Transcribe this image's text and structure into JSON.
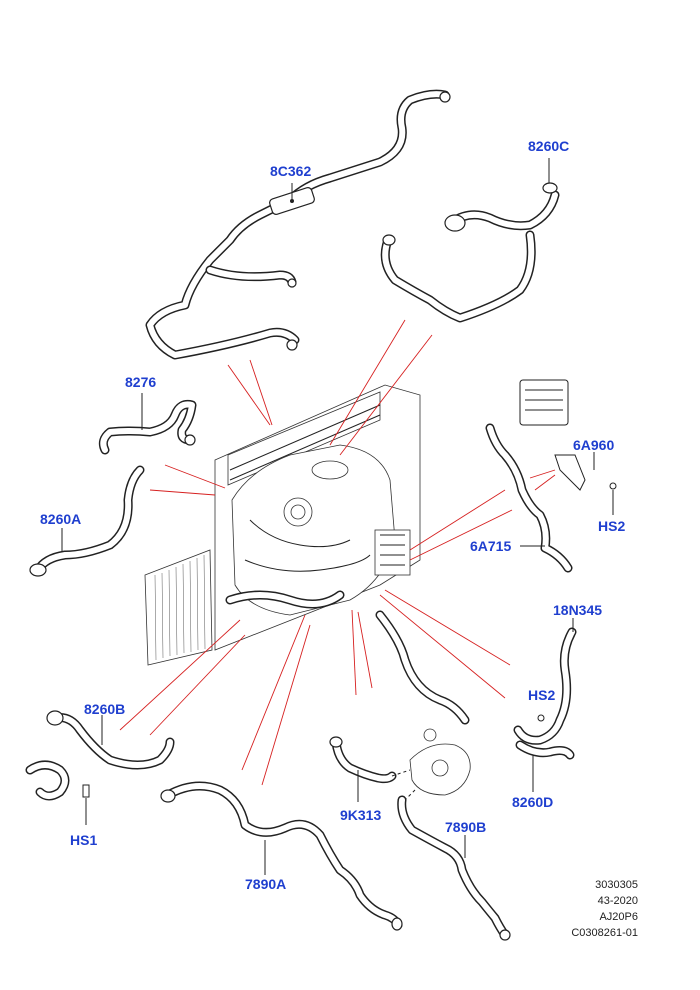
{
  "callouts": {
    "c_8C362": "8C362",
    "c_8260C": "8260C",
    "c_8276": "8276",
    "c_6A960": "6A960",
    "c_8260A": "8260A",
    "c_HS2a": "HS2",
    "c_6A715": "6A715",
    "c_18N345": "18N345",
    "c_HS2b": "HS2",
    "c_8260B": "8260B",
    "c_HS1": "HS1",
    "c_8260D": "8260D",
    "c_9K313": "9K313",
    "c_7890B": "7890B",
    "c_7890A": "7890A"
  },
  "reference": {
    "line1": "3030305",
    "line2": "43-2020",
    "line3": "AJ20P6",
    "line4": "C0308261-01"
  },
  "colors": {
    "callout_text": "#1f3fcf",
    "leader_line": "#d62020",
    "drawing_line": "#222222"
  }
}
